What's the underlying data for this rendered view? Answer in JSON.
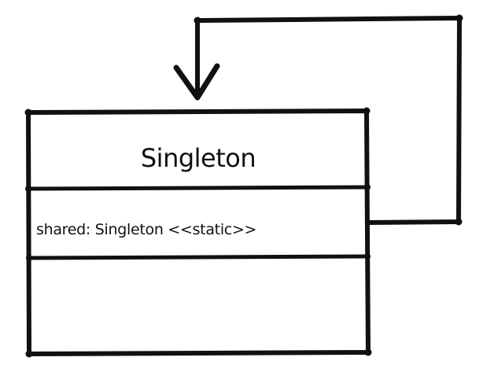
{
  "class_box": {
    "name": "Singleton",
    "attributes": [
      "shared: Singleton <<static>>"
    ],
    "methods": []
  },
  "relationship": {
    "from": "shared",
    "to": "Singleton",
    "kind": "self-association"
  },
  "colors": {
    "ink": "#111111",
    "background": "#ffffff"
  }
}
